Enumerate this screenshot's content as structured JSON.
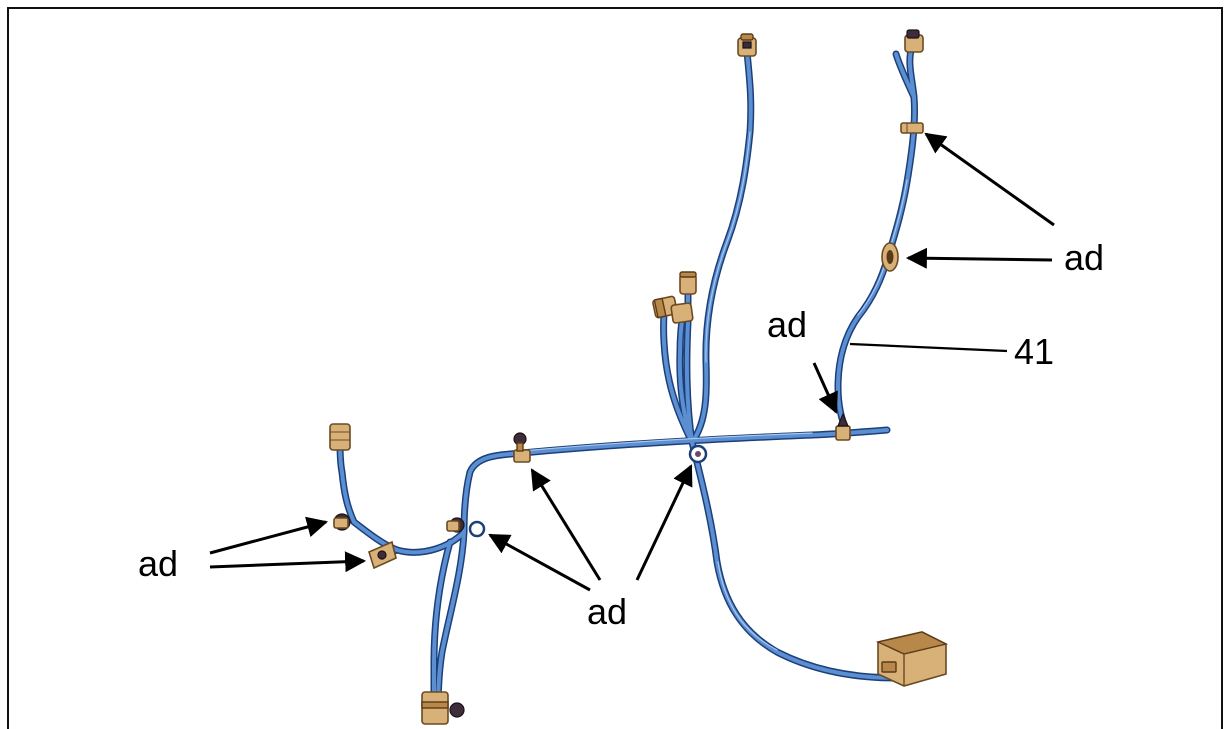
{
  "labels": {
    "ad_top_right": "ad",
    "ref_41": "41",
    "ad_mid_right": "ad",
    "ad_left": "ad",
    "ad_bottom_center": "ad"
  }
}
